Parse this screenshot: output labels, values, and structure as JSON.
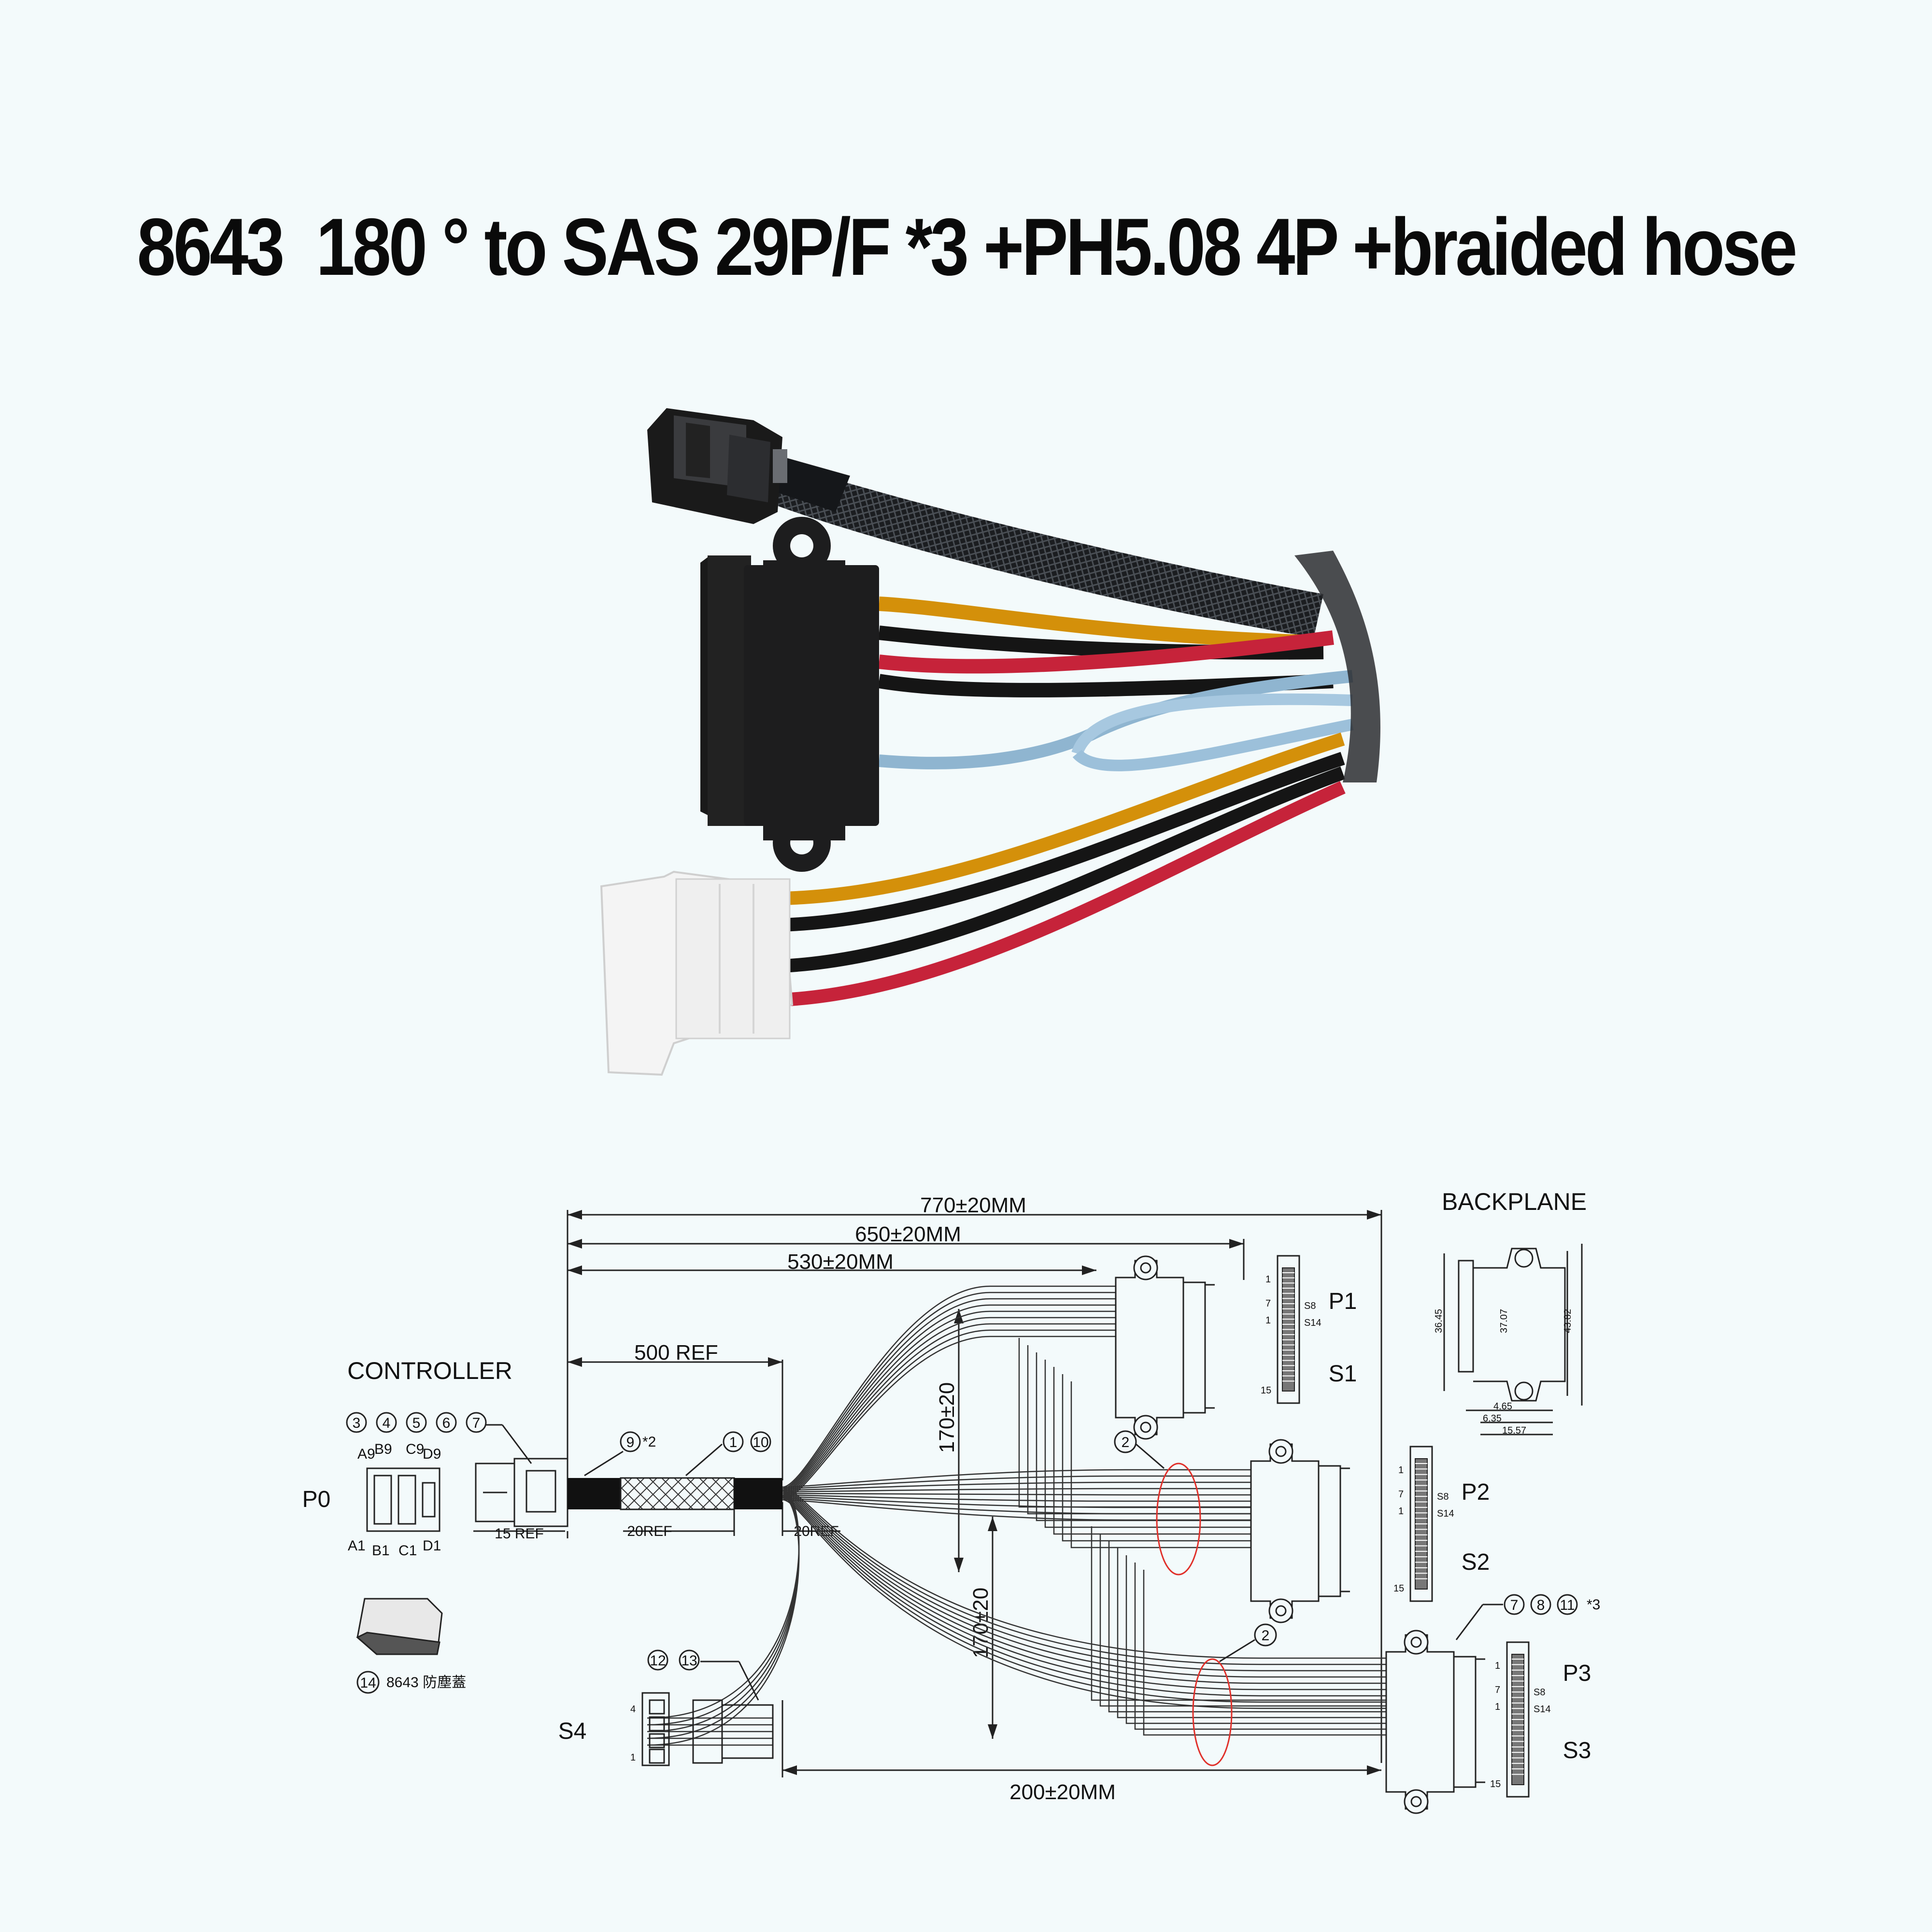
{
  "title": "8643  180 ° to SAS 29P/F *3 +PH5.08 4P +braided hose",
  "diagram": {
    "dimensions": {
      "total": "770±20MM",
      "mid": "650±20MM",
      "short": "530±20MM",
      "braid": "500 REF",
      "head": "15 REF",
      "ref_left": "20REF",
      "ref_right": "20REF",
      "vertical_1": "170±20",
      "vertical_2": "170±20",
      "power": "200±20MM"
    },
    "labels": {
      "controller": "CONTROLLER",
      "backplane": "BACKPLANE",
      "p0": "P0",
      "p1": "P1",
      "s1": "S1",
      "p2": "P2",
      "s2": "S2",
      "p3": "P3",
      "s3": "S3",
      "s4": "S4"
    },
    "pins_p0": {
      "a9": "A9",
      "b9": "B9",
      "c9": "C9",
      "d9": "D9",
      "a1": "A1",
      "b1": "B1",
      "c1": "C1",
      "d1": "D1"
    },
    "callouts": {
      "controller_parts": [
        "3",
        "4",
        "5",
        "6",
        "7"
      ],
      "sleeve": "9",
      "sleeve_qty": "*2",
      "braid": [
        "1",
        "10"
      ],
      "sata_parts": [
        "7",
        "8",
        "11"
      ],
      "sata_qty": "*3",
      "twist_1": "2",
      "twist_2": "2",
      "power_parts": [
        "12",
        "13"
      ],
      "dust_cap": "14",
      "dust_cap_text": "8643 防塵蓋"
    },
    "sata_pins": {
      "p1": "1",
      "p7": "7",
      "s8": "S8",
      "s14": "S14",
      "p15": "15"
    },
    "s4_pins": {
      "top": "4",
      "bottom": "1"
    },
    "backplane_dims": {
      "h1": "36.45",
      "h2": "37.07",
      "h3": "43.82",
      "w1": "4.65",
      "w2": "6.35",
      "w3": "15.57"
    }
  },
  "colors": {
    "background": "#f3fafb",
    "line": "#222222",
    "highlight": "#e0302a"
  }
}
